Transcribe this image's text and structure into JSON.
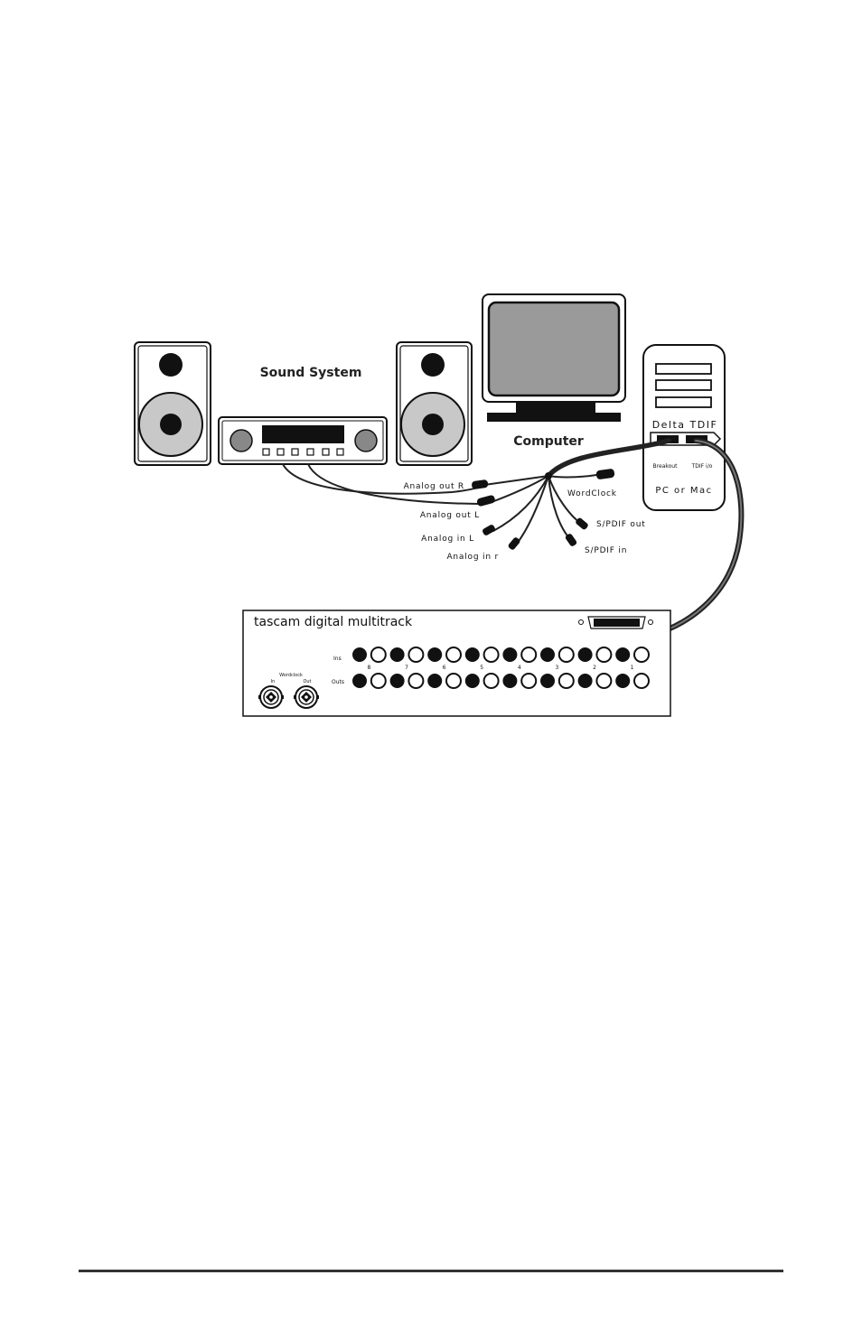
{
  "labels": {
    "sound_system": "Sound System",
    "computer": "Computer",
    "delta_tdif": "Delta TDIF",
    "breakout": "Breakout",
    "tdif_io": "TDIF i/o",
    "pc_or_mac": "PC or Mac",
    "analog_out_r": "Analog out R",
    "analog_out_l": "Analog out L",
    "analog_in_l": "Analog in L",
    "analog_in_r": "Analog in r",
    "wordclock": "WordClock",
    "spdif_out": "S/PDIF out",
    "spdif_in": "S/PDIF in"
  },
  "tascam": {
    "title": "tascam digital multitrack",
    "ins_label": "Ins",
    "outs_label": "Outs",
    "channel_numbers": [
      "8",
      "7",
      "6",
      "5",
      "4",
      "3",
      "2",
      "1"
    ],
    "wordclock_label": "Wordclock",
    "wc_in": "In",
    "wc_out": "Out"
  },
  "colors": {
    "ink": "#111111",
    "screen": "#9a9a9a",
    "cone": "#c8c8c8",
    "knob": "#888888",
    "cable": "#222222"
  }
}
